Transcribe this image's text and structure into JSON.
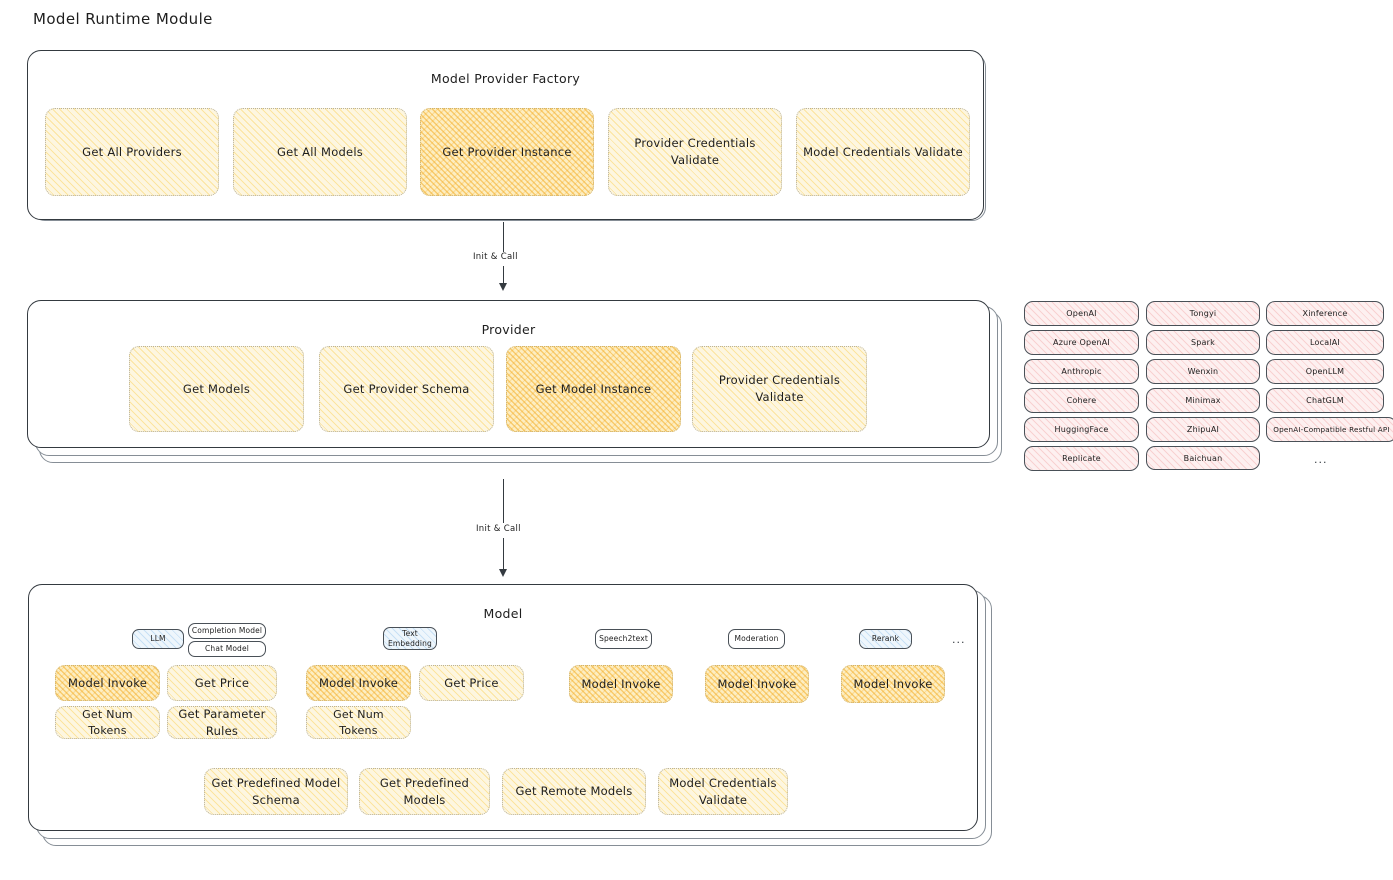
{
  "page_title": "Model Runtime Module",
  "colors": {
    "accent_yellow": "#fdf6e0",
    "accent_yellow_strong": "#fdeec2",
    "accent_pink": "#fdf0f0",
    "accent_blue": "#eef6fc",
    "stroke": "#343a40"
  },
  "factory": {
    "title": "Model Provider Factory",
    "boxes": [
      {
        "label": "Get All Providers",
        "highlight": false
      },
      {
        "label": "Get All Models",
        "highlight": false
      },
      {
        "label": "Get Provider Instance",
        "highlight": true
      },
      {
        "label": "Provider Credentials Validate",
        "highlight": false
      },
      {
        "label": "Model Credentials Validate",
        "highlight": false
      }
    ]
  },
  "arrows": [
    {
      "label": "Init & Call"
    },
    {
      "label": "Init & Call"
    }
  ],
  "provider": {
    "title": "Provider",
    "boxes": [
      {
        "label": "Get Models",
        "highlight": false
      },
      {
        "label": "Get Provider Schema",
        "highlight": false
      },
      {
        "label": "Get Model Instance",
        "highlight": true
      },
      {
        "label": "Provider Credentials Validate",
        "highlight": false
      }
    ]
  },
  "provider_list": {
    "columns": [
      [
        "OpenAI",
        "Azure OpenAI",
        "Anthropic",
        "Cohere",
        "HuggingFace",
        "Replicate"
      ],
      [
        "Tongyi",
        "Spark",
        "Wenxin",
        "Minimax",
        "ZhipuAI",
        "Baichuan"
      ],
      [
        "Xinference",
        "LocalAI",
        "OpenLLM",
        "ChatGLM",
        "OpenAI-Compatible Restful API"
      ]
    ],
    "more": "..."
  },
  "model": {
    "title": "Model",
    "more": "...",
    "types": [
      {
        "badge": "LLM",
        "badge_blue": true,
        "sub_badges": [
          "Completion Model",
          "Chat Model"
        ],
        "boxes": [
          {
            "label": "Model Invoke",
            "highlight": true
          },
          {
            "label": "Get Price",
            "highlight": false
          },
          {
            "label": "Get Num Tokens",
            "highlight": false
          },
          {
            "label": "Get Parameter Rules",
            "highlight": false
          }
        ]
      },
      {
        "badge": "Text Embedding",
        "badge_blue": true,
        "sub_badges": [],
        "boxes": [
          {
            "label": "Model Invoke",
            "highlight": true
          },
          {
            "label": "Get Price",
            "highlight": false
          },
          {
            "label": "Get Num Tokens",
            "highlight": false
          }
        ]
      },
      {
        "badge": "Speech2text",
        "badge_blue": false,
        "sub_badges": [],
        "boxes": [
          {
            "label": "Model Invoke",
            "highlight": true
          }
        ]
      },
      {
        "badge": "Moderation",
        "badge_blue": false,
        "sub_badges": [],
        "boxes": [
          {
            "label": "Model Invoke",
            "highlight": true
          }
        ]
      },
      {
        "badge": "Rerank",
        "badge_blue": true,
        "sub_badges": [],
        "boxes": [
          {
            "label": "Model Invoke",
            "highlight": true
          }
        ]
      }
    ],
    "shared_boxes": [
      {
        "label": "Get Predefined Model Schema"
      },
      {
        "label": "Get Predefined Models"
      },
      {
        "label": "Get Remote Models"
      },
      {
        "label": "Model Credentials Validate"
      }
    ]
  }
}
